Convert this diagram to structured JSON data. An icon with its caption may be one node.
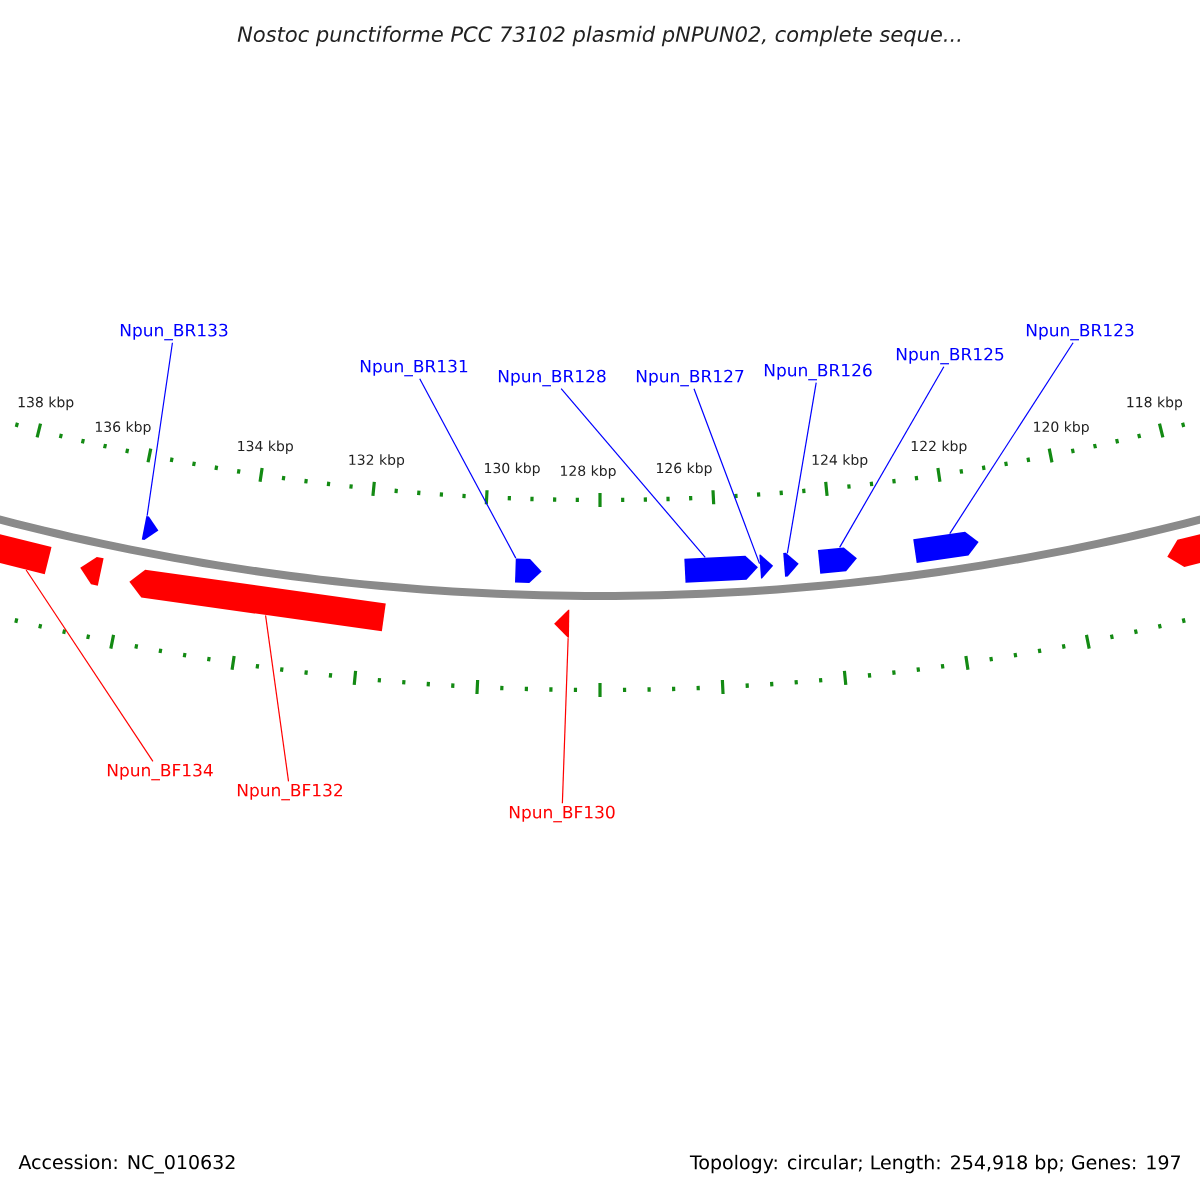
{
  "diagram": {
    "title": "Nostoc punctiforme PCC 73102 plasmid pNPUN02, complete seque...",
    "nodes": [
      {
        "text": [
          "Npun_BR133"
        ]
      },
      {
        "text": [
          "Npun_BR131"
        ]
      },
      {
        "text": [
          "Npun_BR128"
        ]
      },
      {
        "text": [
          "Npun_BR127"
        ]
      },
      {
        "text": [
          "Npun_BR126"
        ]
      },
      {
        "text": [
          "Npun_BR125"
        ]
      },
      {
        "text": [
          "Npun_BR123"
        ]
      },
      {
        "text": [],
        "shape": "arrow"
      },
      {
        "text": [],
        "shape": "arrow"
      },
      {
        "text": [],
        "shape": "arrow"
      },
      {
        "text": [],
        "shape": "arrow"
      },
      {
        "text": [],
        "shape": "arrow"
      },
      {
        "text": [],
        "shape": "arrow"
      },
      {
        "text": [],
        "shape": "arrow"
      },
      {
        "text": [],
        "shape": "arrow"
      },
      {
        "text": [],
        "shape": "arrow"
      },
      {
        "text": [],
        "shape": "arrow"
      },
      {
        "text": [],
        "shape": "arrow"
      },
      {
        "text": [],
        "shape": "arrow"
      },
      {
        "text": [
          "Npun_BF134"
        ]
      },
      {
        "text": [
          "Npun_BF132"
        ]
      },
      {
        "text": [
          "Npun_BF130"
        ]
      }
    ],
    "edges": [
      {
        "from": 0,
        "to": 9,
        "arrow": "none"
      },
      {
        "from": 1,
        "to": 11,
        "arrow": "none"
      },
      {
        "from": 2,
        "to": 13,
        "arrow": "none"
      },
      {
        "from": 3,
        "to": 14,
        "arrow": "none"
      },
      {
        "from": 4,
        "to": 15,
        "arrow": "none"
      },
      {
        "from": 5,
        "to": 16,
        "arrow": "none"
      },
      {
        "from": 6,
        "to": 17,
        "arrow": "none"
      },
      {
        "from": 19,
        "to": 7,
        "arrow": "none",
        "color": "#ff0000"
      },
      {
        "from": 20,
        "to": 10,
        "arrow": "none",
        "color": "#ff0000"
      },
      {
        "from": 21,
        "to": 12,
        "arrow": "none",
        "color": "#ff0000"
      }
    ],
    "labels": [
      "138 kbp",
      "136 kbp",
      "134 kbp",
      "132 kbp",
      "130 kbp",
      "128 kbp",
      "126 kbp",
      "124 kbp",
      "122 kbp",
      "120 kbp",
      "118 kbp",
      "Accession: NC_010632",
      "Topology: circular; Length: 254,918 bp; Genes: 197"
    ]
  }
}
